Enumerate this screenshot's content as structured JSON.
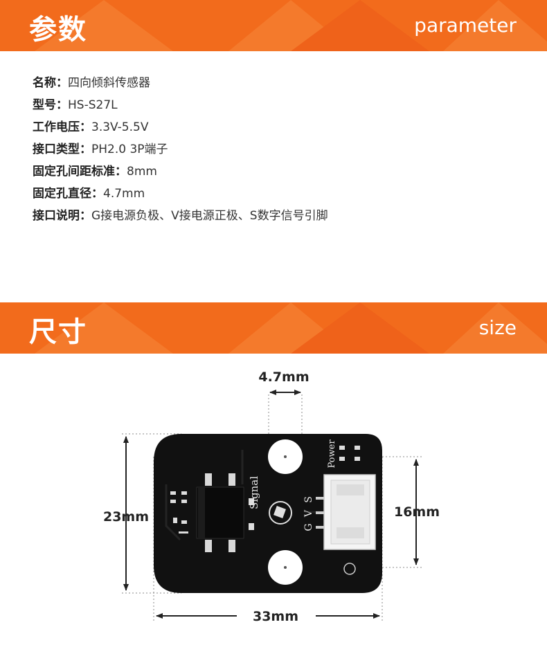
{
  "banners": {
    "parameter": {
      "title_cn": "参数",
      "title_en": "parameter"
    },
    "size": {
      "title_cn": "尺寸",
      "title_en": "size"
    }
  },
  "specs": [
    {
      "label": "名称：",
      "value": "四向倾斜传感器"
    },
    {
      "label": "型号：",
      "value": "HS-S27L"
    },
    {
      "label": "工作电压：",
      "value": "3.3V-5.5V"
    },
    {
      "label": "接口类型：",
      "value": "PH2.0 3P端子"
    },
    {
      "label": "固定孔间距标准：",
      "value": "8mm"
    },
    {
      "label": "固定孔直径：",
      "value": "4.7mm"
    },
    {
      "label": "接口说明：",
      "value": "G接电源负极、V接电源正极、S数字信号引脚"
    }
  ],
  "dimensions": {
    "hole_diameter": "4.7mm",
    "height": "23mm",
    "hole_spacing": "16mm",
    "width": "33mm"
  },
  "board_silkscreen": {
    "signal": "Signal",
    "power": "Power",
    "pin_g": "G",
    "pin_v": "V",
    "pin_s": "S"
  },
  "colors": {
    "banner": "#f26b1c",
    "pcb": "#111111"
  }
}
